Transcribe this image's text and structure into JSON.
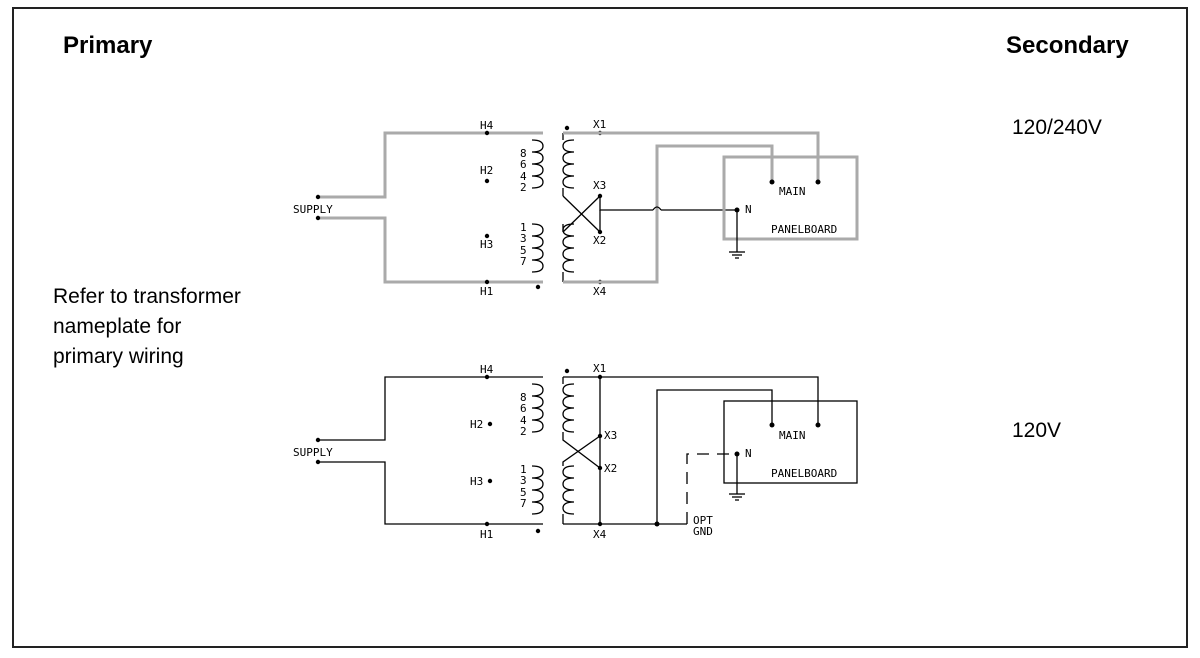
{
  "headers": {
    "primary": "Primary",
    "secondary": "Secondary"
  },
  "note_lines": [
    "Refer to transformer",
    "nameplate for",
    "primary wiring"
  ],
  "voltages": {
    "top": "120/240V",
    "bottom": "120V"
  },
  "labels": {
    "h4": "H4",
    "h2": "H2",
    "h3": "H3",
    "h1": "H1",
    "x1": "X1",
    "x2": "X2",
    "x3": "X3",
    "x4": "X4",
    "supply": "SUPPLY",
    "main": "MAIN",
    "n": "N",
    "panelboard": "PANELBOARD",
    "opt": "OPT",
    "gnd": "GND",
    "tap_upper": [
      "8",
      "6",
      "4",
      "2"
    ],
    "tap_lower": [
      "1",
      "3",
      "5",
      "7"
    ]
  }
}
